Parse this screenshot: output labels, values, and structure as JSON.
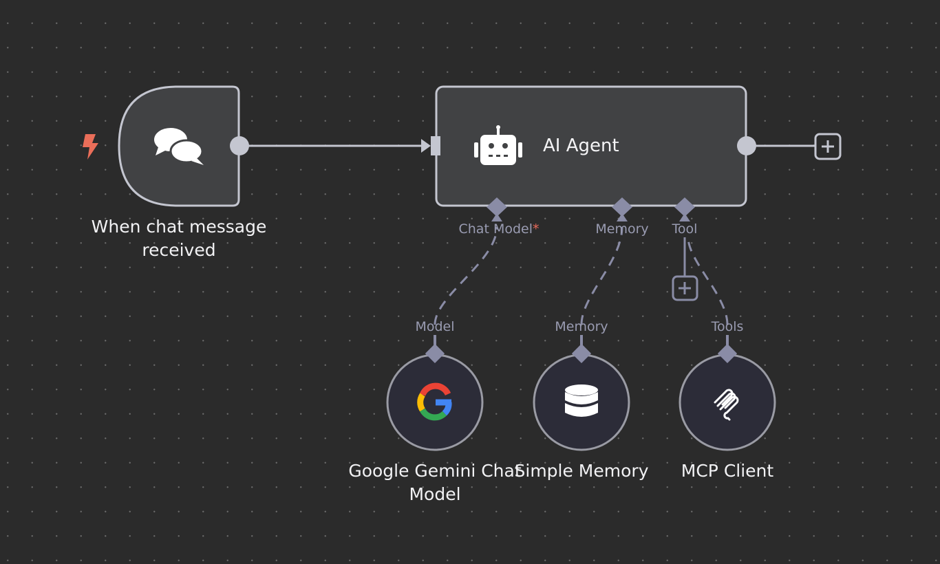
{
  "canvas": {
    "background": "#2b2b2b",
    "dot_color": "#6a6a6a"
  },
  "nodes": {
    "trigger": {
      "label_line1": "When chat message",
      "label_line2": "received",
      "icon": "chat-bubbles-icon",
      "badge_icon": "lightning-bolt-icon",
      "badge_color": "#ea6e59"
    },
    "agent": {
      "title": "AI Agent",
      "icon": "robot-icon",
      "ports": {
        "chat_model": "Chat Model",
        "chat_model_required": "*",
        "memory": "Memory",
        "tool": "Tool"
      }
    },
    "gemini": {
      "label_line1": "Google Gemini Chat",
      "label_line2": "Model",
      "port_label": "Model",
      "icon": "google-g-icon"
    },
    "memory": {
      "label": "Simple Memory",
      "port_label": "Memory",
      "icon": "database-icon"
    },
    "mcp": {
      "label": "MCP Client",
      "port_label": "Tools",
      "icon": "mcp-icon"
    }
  },
  "colors": {
    "node_fill": "#414244",
    "node_border": "#c4c6d0",
    "sub_node_fill": "#2c2c38",
    "sub_node_border": "#9a9ba4",
    "connector": "#c4c6d0",
    "sub_connector": "#8a8ca6",
    "label_text": "#f2f2f4",
    "port_text": "#9a9cb2",
    "required_star": "#e8695a"
  }
}
